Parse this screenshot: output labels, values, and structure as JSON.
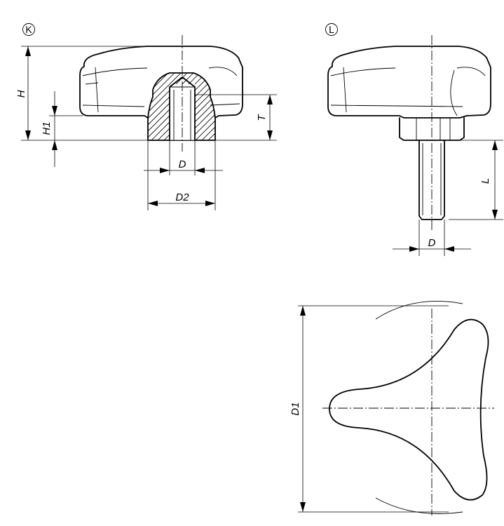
{
  "views": [
    {
      "id": "K",
      "label": "K"
    },
    {
      "id": "L",
      "label": "L"
    }
  ],
  "dimensions": {
    "H": "H",
    "H1": "H1",
    "T": "T",
    "D_k": "D",
    "D2": "D2",
    "L": "L",
    "D_l": "D",
    "D1": "D1"
  }
}
